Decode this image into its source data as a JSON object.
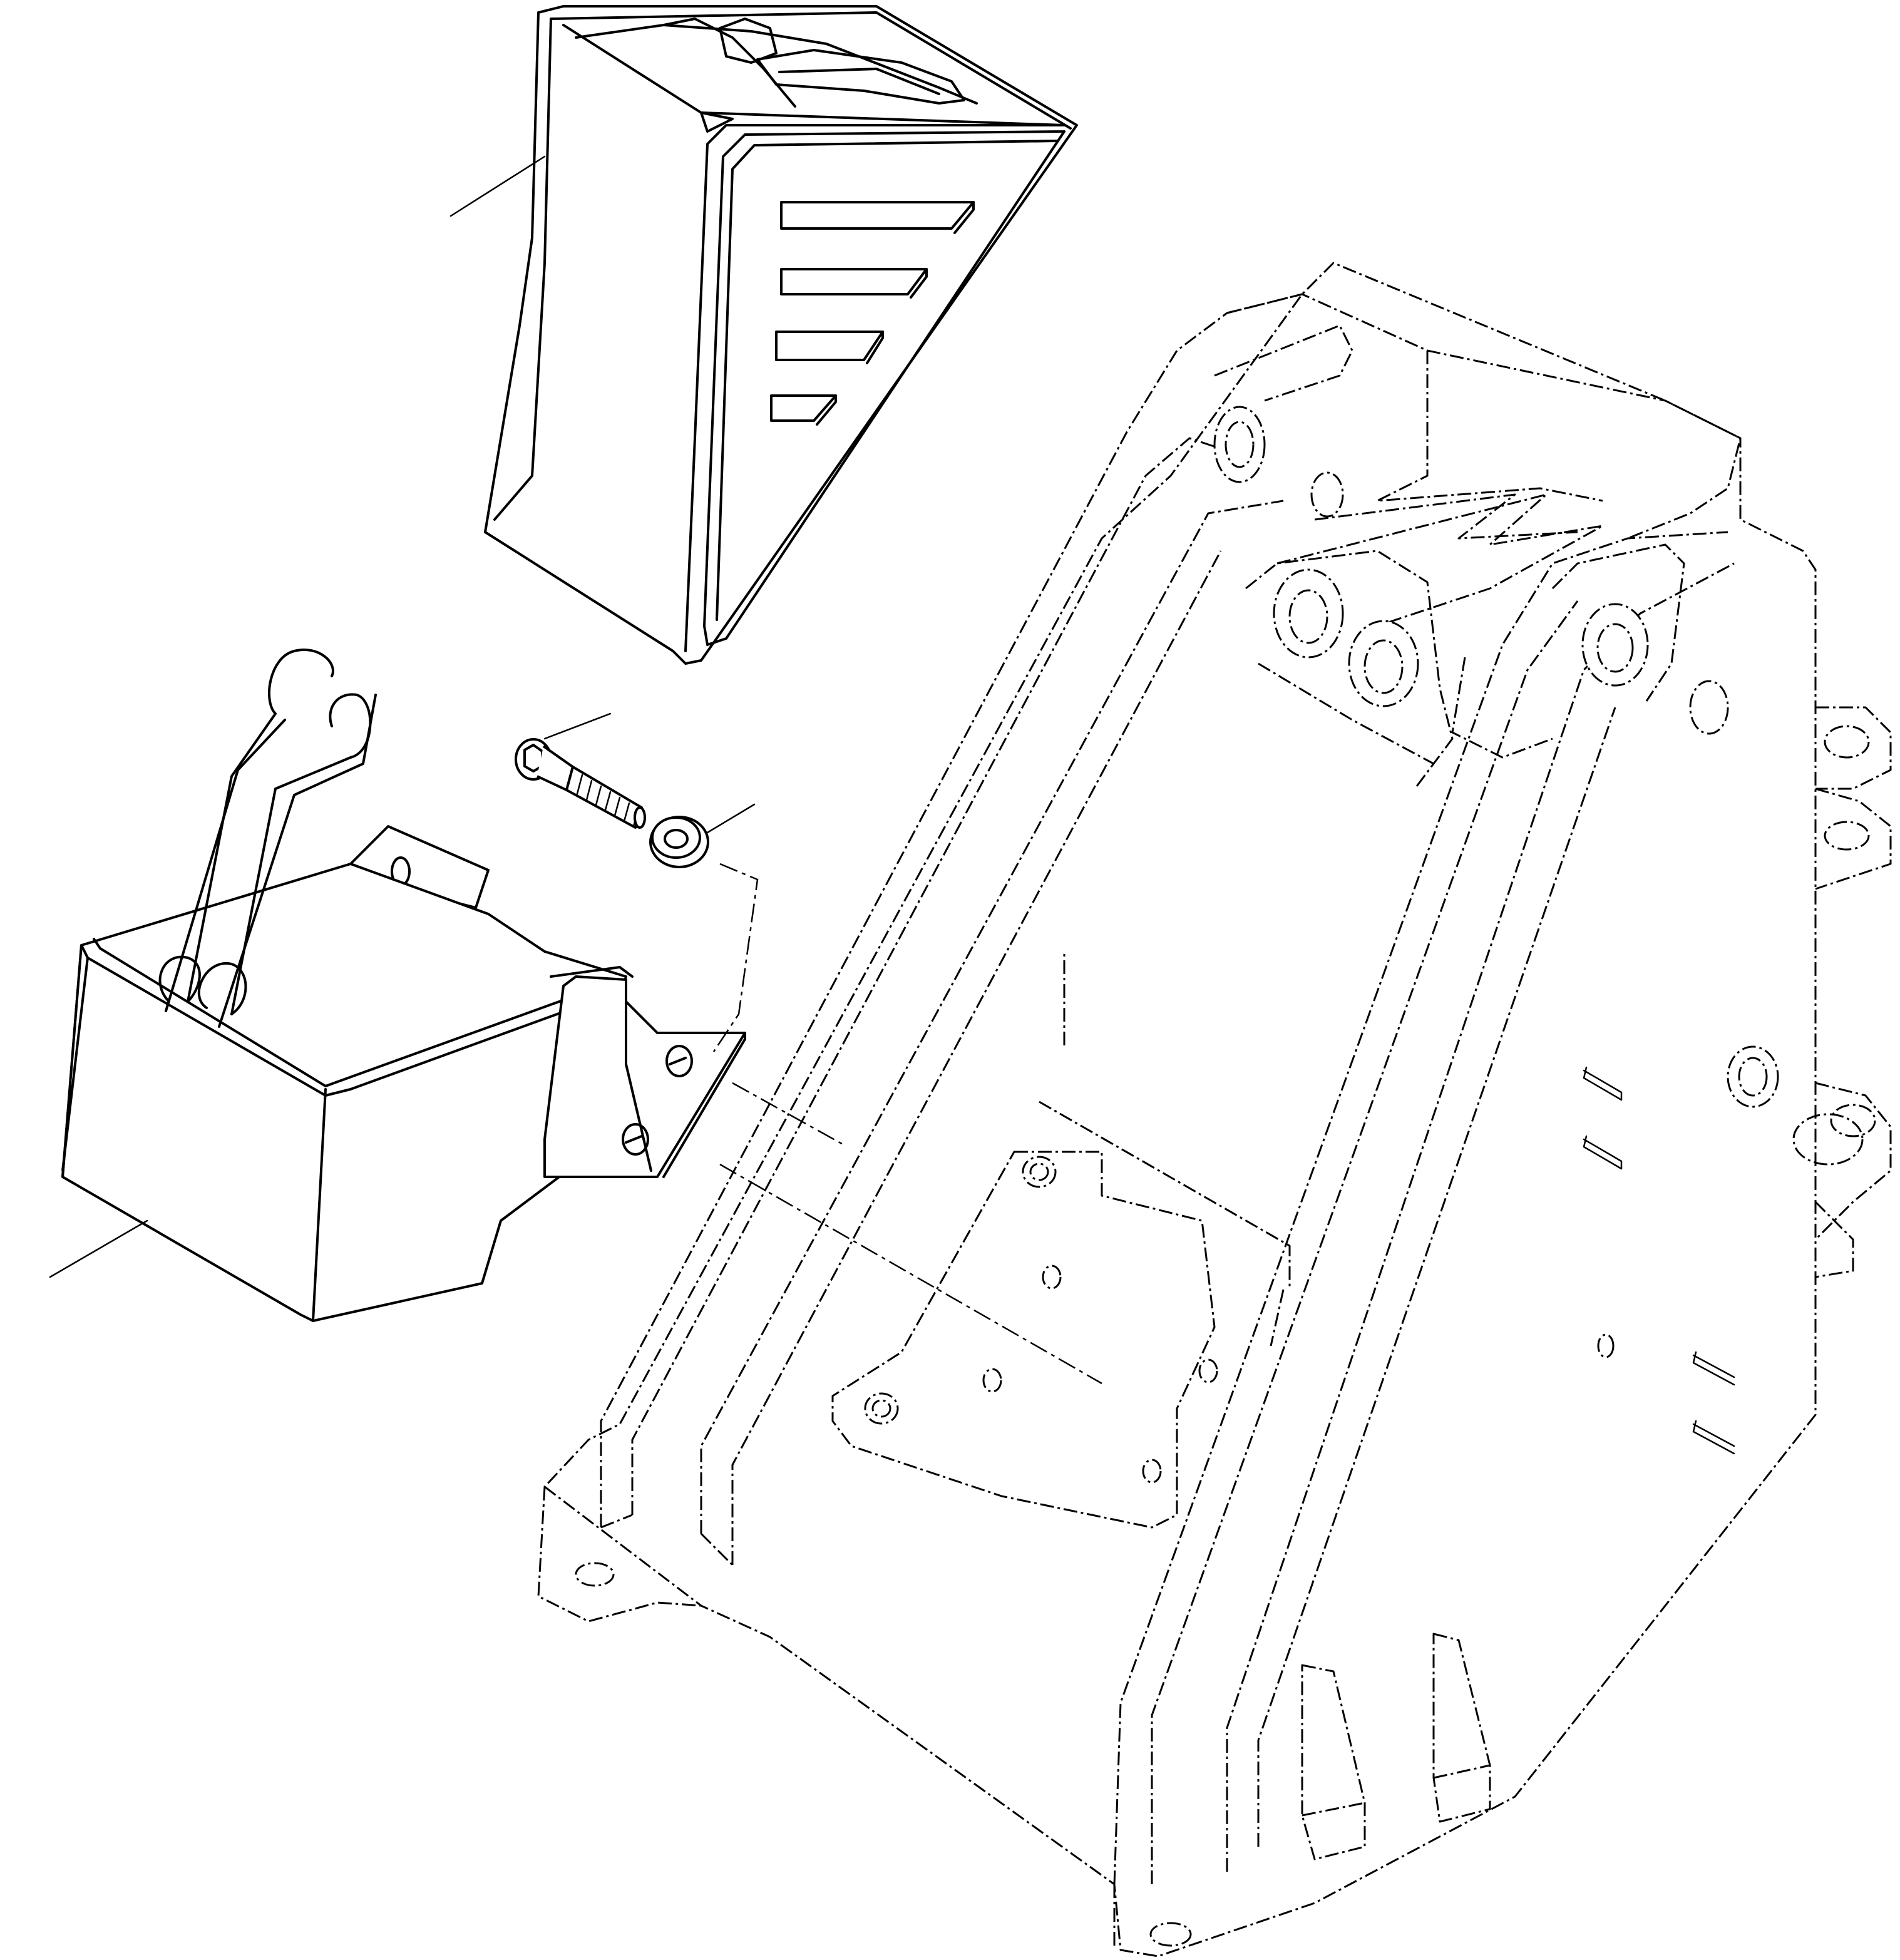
{
  "diagram": {
    "type": "exploded-parts-drawing",
    "line_color": "#000000",
    "background": "#ffffff",
    "parts": [
      {
        "id": "protective-cover",
        "style": "solid"
      },
      {
        "id": "cap-screw",
        "style": "solid"
      },
      {
        "id": "washer",
        "style": "solid"
      },
      {
        "id": "holder-bracket",
        "style": "solid"
      },
      {
        "id": "wire-spring-clip",
        "style": "solid"
      },
      {
        "id": "base-frame",
        "style": "phantom"
      }
    ],
    "callout_labels": []
  }
}
